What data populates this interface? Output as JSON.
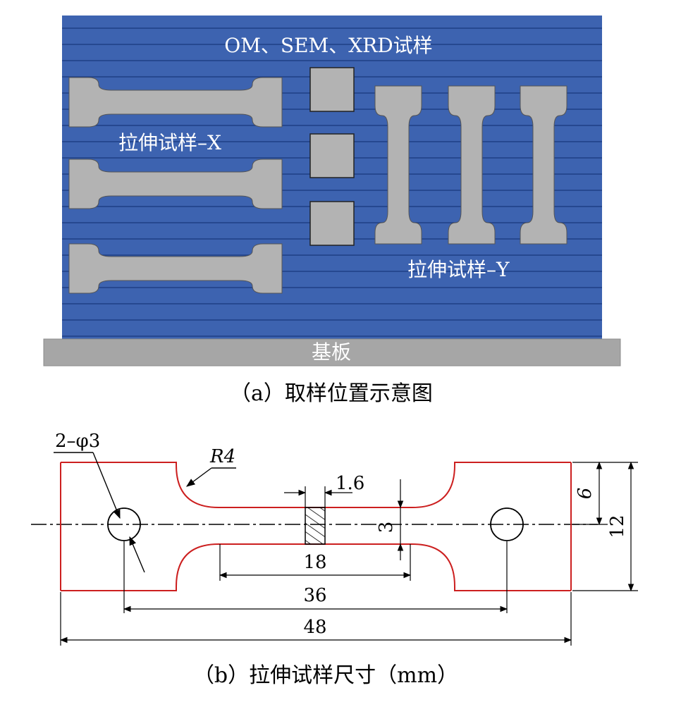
{
  "panel_a": {
    "top_label": "OM、SEM、XRD试样",
    "label_x": "拉伸试样–X",
    "label_y": "拉伸试样–Y",
    "substrate": "基板",
    "caption": "（a）取样位置示意图",
    "colors": {
      "block": "#3d63b0",
      "layer_line": "#1e3f86",
      "specimen": "#b3b3b3",
      "substrate": "#a6a6a6"
    }
  },
  "panel_b": {
    "hole_label": "2–φ3",
    "radius_label": "R4",
    "dim_1_6": "1.6",
    "dim_3": "3",
    "dim_6": "6",
    "dim_12": "12",
    "dim_18": "18",
    "dim_36": "36",
    "dim_48": "48",
    "caption": "（b）拉伸试样尺寸（mm）",
    "colors": {
      "outline": "#cc1f1f",
      "dims": "#000000"
    }
  }
}
